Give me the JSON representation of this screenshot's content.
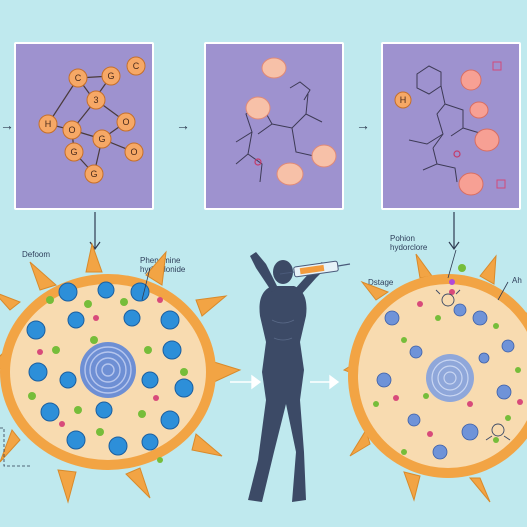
{
  "panels": {
    "panel1": {
      "atoms": [
        "C",
        "C",
        "G",
        "H",
        "3",
        "O",
        "G",
        "O",
        "G",
        "O",
        "G"
      ]
    },
    "panel3": {
      "atoms": [
        "H"
      ]
    }
  },
  "labels": {
    "left_cell": "Defoom",
    "drug_left_line1": "Phenemine",
    "drug_left_line2": "hydroclonide",
    "drug_right_line1": "Pohion",
    "drug_right_line2": "hydorclore",
    "right_cell": "Dstage",
    "right_edge": "Ah"
  },
  "colors": {
    "background": "#bfe9ee",
    "panel": "#9e92cf",
    "atom": "#f6a866",
    "cell_membrane": "#f2a444",
    "cell_inner": "#f8dbb0",
    "nucleus": "#6e8fd4",
    "vesicle_blue": "#2d8fd9",
    "vesicle_green": "#76bd3a",
    "human_silhouette": "#3c4a66"
  },
  "icons": [
    "down-arrow-icon",
    "right-arrow-icon",
    "syringe-icon",
    "human-figure-icon",
    "swirl-icon"
  ]
}
